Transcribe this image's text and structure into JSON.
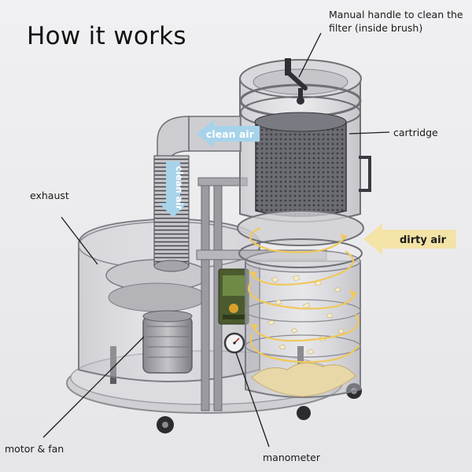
{
  "title": "How it works",
  "labels": {
    "handle_line1": "Manual handle to clean the",
    "handle_line2": "filter (inside brush)",
    "cartridge": "cartridge",
    "exhaust": "exhaust",
    "motor_fan": "motor & fan",
    "manometer": "manometer"
  },
  "arrows": {
    "clean_air_horizontal": "clean air",
    "clean_air_vertical": "clean air",
    "dirty_air": "dirty air"
  },
  "colors": {
    "clean_air": "#a7d3ea",
    "dirty_air": "#f3e3a6",
    "airflow_swirl": "#f0c85a",
    "panel_green": "#5c7a3a"
  }
}
